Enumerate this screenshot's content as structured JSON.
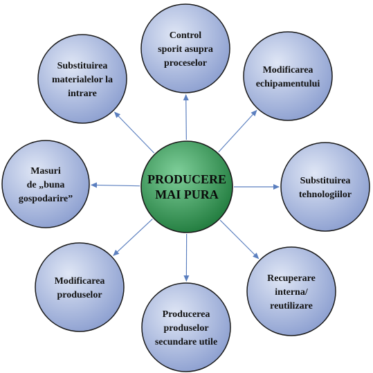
{
  "diagram": {
    "center": {
      "lines": [
        "PRODUCERE",
        "MAI PURA"
      ]
    },
    "nodes": [
      {
        "id": "control",
        "lines": [
          "Control",
          "sporit asupra",
          "proceselor"
        ]
      },
      {
        "id": "echipament",
        "lines": [
          "Modificarea",
          "echipamentului"
        ]
      },
      {
        "id": "tehnologii",
        "lines": [
          "Substituirea",
          "tehnologiilor"
        ]
      },
      {
        "id": "recuperare",
        "lines": [
          "Recuperare",
          "interna/",
          "reutilizare"
        ]
      },
      {
        "id": "secundare",
        "lines": [
          "Producerea",
          "produselor",
          "secundare utile"
        ]
      },
      {
        "id": "produs",
        "lines": [
          "Modificarea",
          "produselor"
        ]
      },
      {
        "id": "gospodarire",
        "lines": [
          "Masuri",
          "de „buna",
          "gospodarire”"
        ]
      },
      {
        "id": "materiale",
        "lines": [
          "Substituirea",
          "materialelor la",
          "intrare"
        ]
      }
    ],
    "colors": {
      "center_fill_light": "#7fcf9a",
      "center_fill_dark": "#1f7a3c",
      "node_fill_light": "#dfe6f5",
      "node_fill_dark": "#8c9fd0",
      "outline": "#1a1a1a",
      "arrow": "#5b7fbf"
    }
  }
}
